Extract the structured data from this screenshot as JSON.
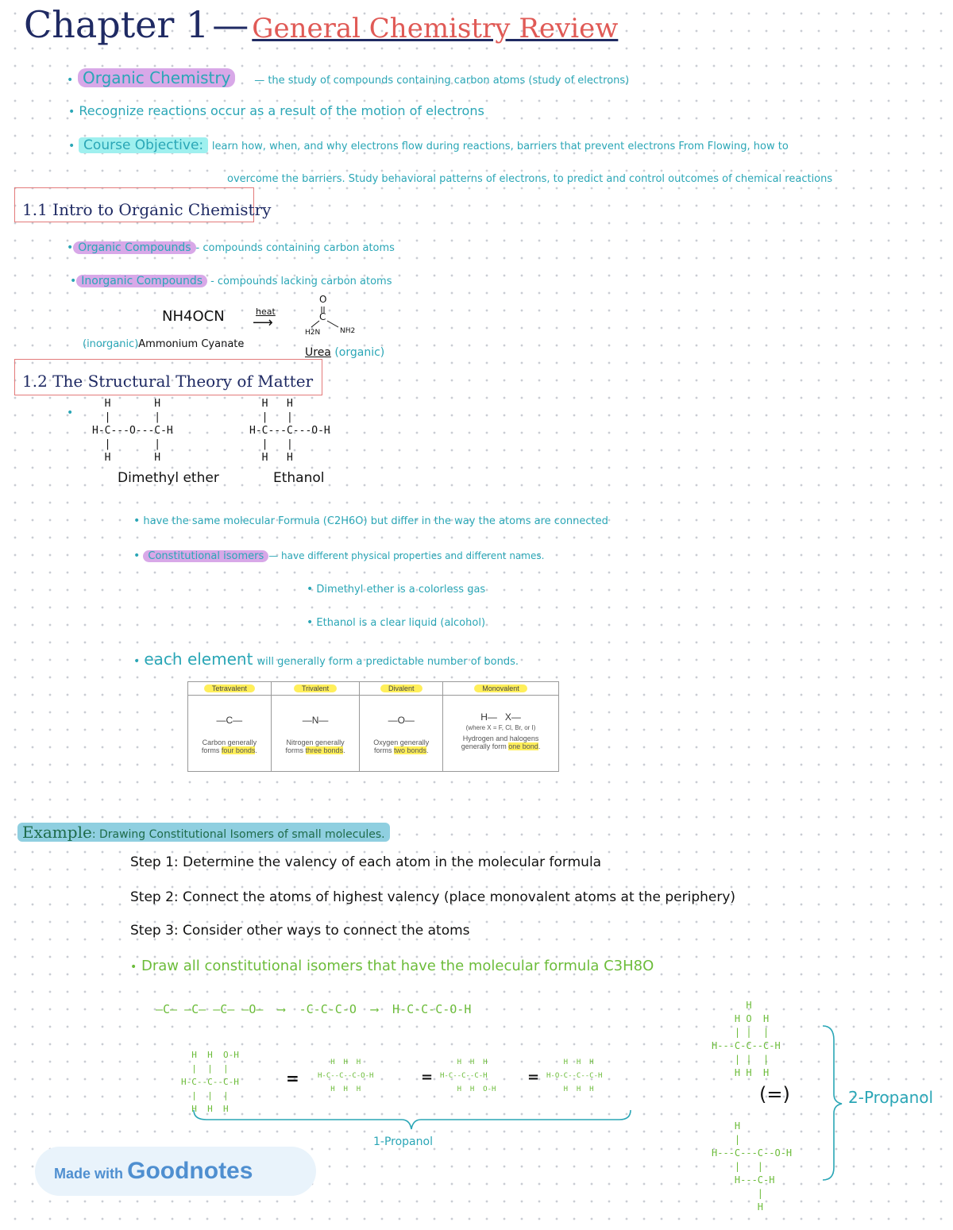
{
  "title": {
    "chapter": "Chapter 1",
    "dash": "—",
    "subtitle": "General Chemistry Review"
  },
  "intro": {
    "organic_label": "Organic Chemistry",
    "organic_def": "— the study of compounds containing carbon atoms (study of electrons)",
    "recognize": "Recognize reactions occur as a result of the motion of electrons",
    "objective_label": "Course Objective:",
    "objective_text": "learn how, when, and why electrons flow during reactions, barriers that prevent electrons From Flowing, how to",
    "objective_text2": "overcome the barriers. Study behavioral patterns of electrons, to predict and control outcomes of chemical reactions"
  },
  "section11": {
    "heading": "1.1 Intro to Organic Chemistry",
    "organic_compounds_label": "Organic Compounds",
    "organic_compounds_def": "- compounds containing carbon atoms",
    "inorganic_compounds_label": "Inorganic Compounds",
    "inorganic_compounds_def": "- compounds lacking carbon atoms",
    "reactant": "NH4OCN",
    "arrow_label": "heat",
    "reactant_tag": "(inorganic)",
    "reactant_name": "Ammonium Cyanate",
    "urea_o": "O",
    "urea_c": "C",
    "urea_left": "H2N",
    "urea_right": "NH2",
    "product_name": "Urea",
    "product_tag": "(organic)"
  },
  "section12": {
    "heading": "1.2 The Structural Theory of Matter",
    "ether_structure": "  H       H\n  |       |\nH-C---O---C-H\n  |       |\n  H       H",
    "ethanol_structure": "  H   H\n  |   |\nH-C---C---O-H\n  |   |\n  H   H",
    "ether_name": "Dimethyl ether",
    "ethanol_name": "Ethanol",
    "same_formula": "have the same molecular Formula (C2H6O) but differ in the way the atoms are connected",
    "isomers_label": "Constitutional isomers",
    "isomers_def": "— have different physical properties and different names.",
    "ether_fact": "Dimethyl ether is a colorless gas",
    "ethanol_fact": "Ethanol is a clear liquid (alcohol)",
    "each_element": "each element",
    "each_element_rest": "will generally form a predictable number of bonds."
  },
  "valency_table": {
    "headers": [
      "Tetravalent",
      "Trivalent",
      "Divalent",
      "Monovalent"
    ],
    "symbols": [
      "—C—",
      "—N—",
      "—O—",
      "H—   X—"
    ],
    "symbol_note": "(where X = F, Cl, Br, or I)",
    "captions": [
      [
        "Carbon generally",
        "forms ",
        "four bonds",
        "."
      ],
      [
        "Nitrogen generally",
        "forms ",
        "three bonds",
        "."
      ],
      [
        "Oxygen generally",
        "forms ",
        "two bonds",
        "."
      ],
      [
        "Hydrogen and halogens",
        "generally form ",
        "one bond",
        "."
      ]
    ]
  },
  "example": {
    "label": "Example",
    "title": ": Drawing Constitutional Isomers of small molecules.",
    "step1": "Step 1: Determine the valency of each atom in the molecular formula",
    "step2": "Step 2: Connect the atoms of highest valency (place monovalent atoms at the periphery)",
    "step3": "Step 3: Consider other ways to connect the atoms",
    "task": "Draw all constitutional isomers that have the molecular formula C3H8O",
    "row1": "—C— —C— —C— —O—  ⟶  -C-C-C-O  ⟶  H-C-C-C-O-H",
    "equals": "=",
    "label_1propanol": "1-Propanol",
    "label_2propanol": "2-Propanol",
    "equiv": "(=)"
  },
  "badge": {
    "prefix": "Made with",
    "brand": "Goodnotes"
  }
}
